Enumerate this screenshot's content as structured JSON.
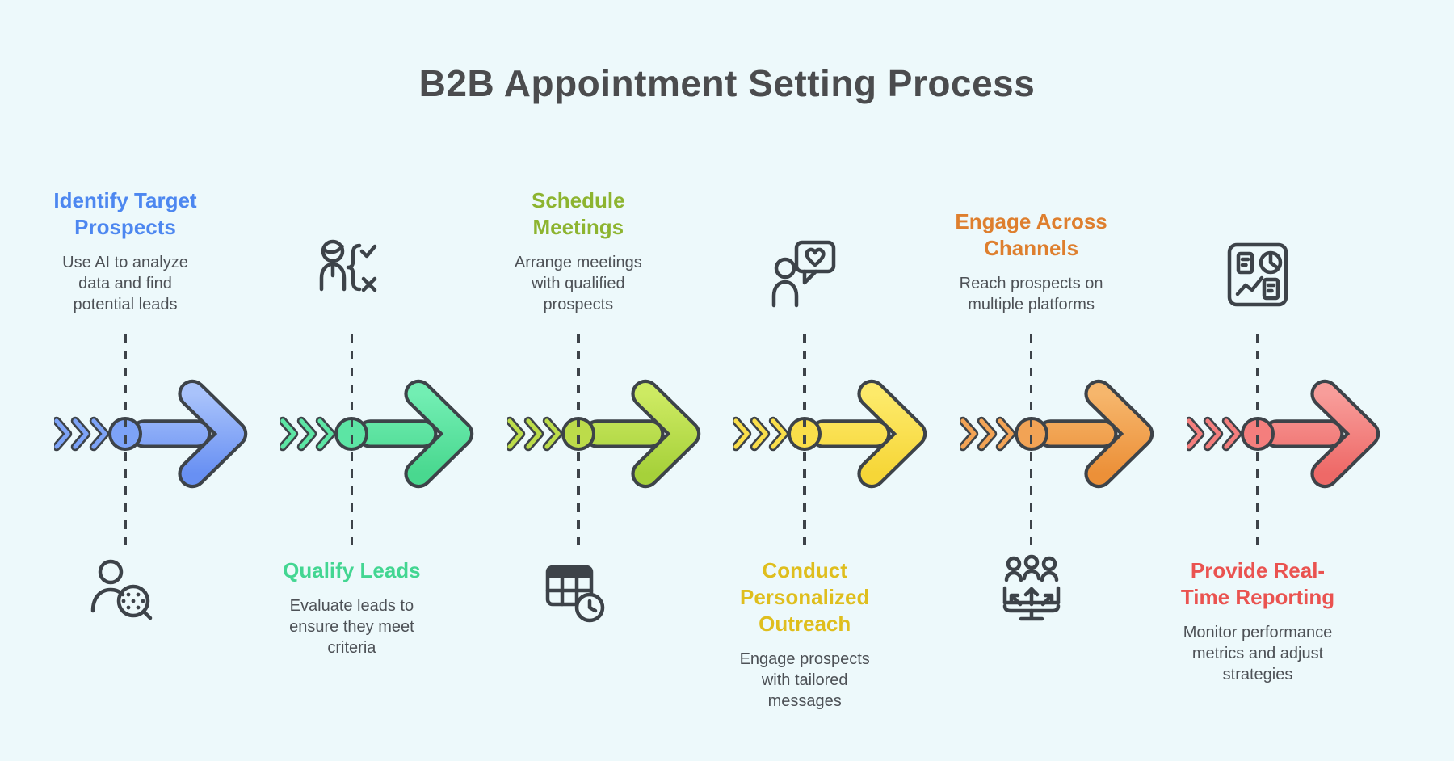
{
  "page": {
    "title": "B2B Appointment Setting Process",
    "background_color": "#edf9fb",
    "title_color": "#4b4c4e",
    "outline_color": "#3d4349",
    "description_color": "#4d5156"
  },
  "steps": [
    {
      "name": "identify-target-prospects",
      "title_lines": [
        "Identify Target",
        "Prospects"
      ],
      "description_lines": [
        "Use AI to analyze",
        "data and find",
        "potential leads"
      ],
      "layout": "text-above",
      "icon": "person-search-icon",
      "title_color": "#4d87f0",
      "arrow_light": "#a9c3fb",
      "arrow_dark": "#6890f3",
      "node_color": "#7da3f7"
    },
    {
      "name": "qualify-leads",
      "title_lines": [
        "Qualify Leads"
      ],
      "description_lines": [
        "Evaluate leads to",
        "ensure they meet",
        "criteria"
      ],
      "layout": "text-below",
      "icon": "person-checklist-icon",
      "title_color": "#43d692",
      "arrow_light": "#72eeb3",
      "arrow_dark": "#49d88f",
      "node_color": "#5ce5a4"
    },
    {
      "name": "schedule-meetings",
      "title_lines": [
        "Schedule",
        "Meetings"
      ],
      "description_lines": [
        "Arrange meetings",
        "with qualified",
        "prospects"
      ],
      "layout": "text-above",
      "icon": "calendar-clock-icon",
      "title_color": "#8db430",
      "arrow_light": "#cdea62",
      "arrow_dark": "#a6d13a",
      "node_color": "#bcdc4a"
    },
    {
      "name": "conduct-personalized-outreach",
      "title_lines": [
        "Conduct",
        "Personalized",
        "Outreach"
      ],
      "description_lines": [
        "Engage prospects",
        "with tailored",
        "messages"
      ],
      "layout": "text-below",
      "icon": "person-heart-message-icon",
      "title_color": "#dfbe1d",
      "arrow_light": "#fdea6a",
      "arrow_dark": "#f6d637",
      "node_color": "#fade4a"
    },
    {
      "name": "engage-across-channels",
      "title_lines": [
        "Engage Across",
        "Channels"
      ],
      "description_lines": [
        "Reach prospects on",
        "multiple platforms"
      ],
      "layout": "text-above",
      "icon": "team-broadcast-icon",
      "title_color": "#de7f2e",
      "arrow_light": "#f6b66c",
      "arrow_dark": "#ec9038",
      "node_color": "#f2a355"
    },
    {
      "name": "provide-real-time-reporting",
      "title_lines": [
        "Provide Real-",
        "Time Reporting"
      ],
      "description_lines": [
        "Monitor performance",
        "metrics and adjust",
        "strategies"
      ],
      "layout": "text-below",
      "icon": "report-dashboard-icon",
      "title_color": "#ea5350",
      "arrow_light": "#f89d9a",
      "arrow_dark": "#ee6967",
      "node_color": "#f47e7d"
    }
  ]
}
